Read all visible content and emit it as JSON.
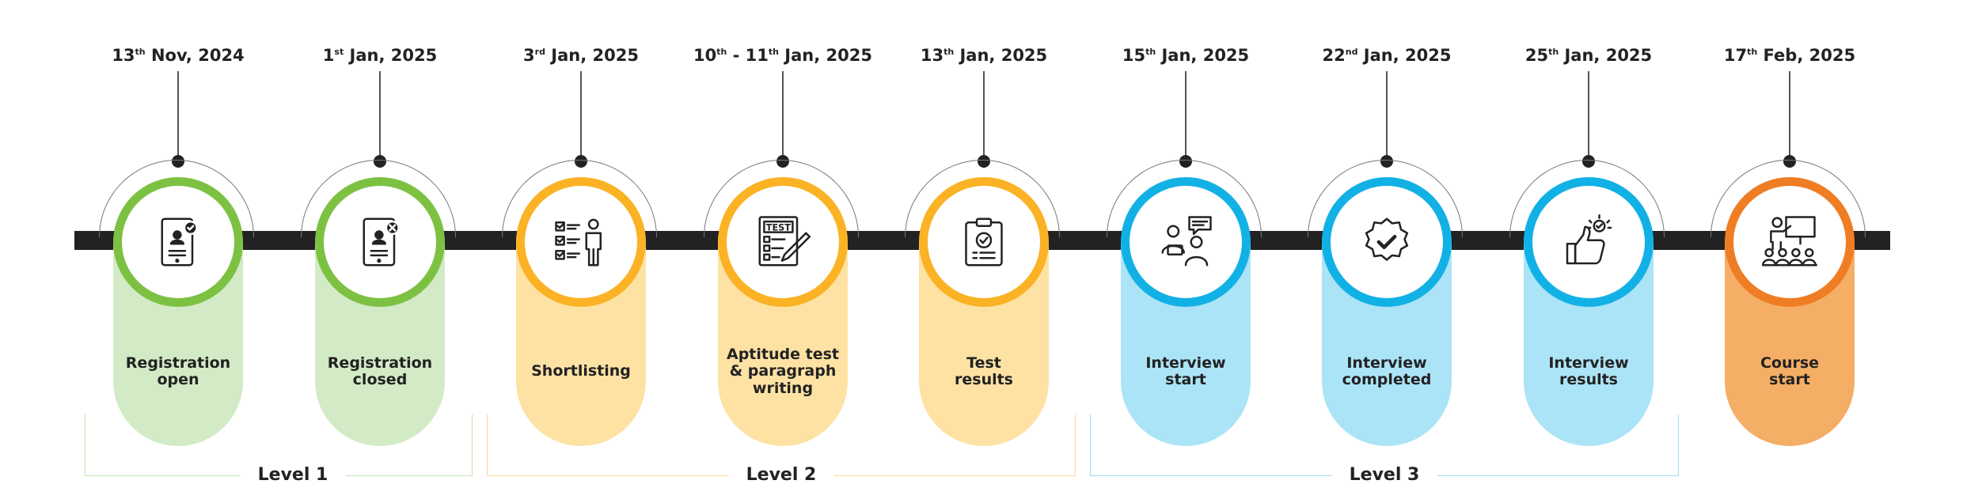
{
  "colors": {
    "green": {
      "ring": "#7dc142",
      "fill": "#d2ebc6"
    },
    "yellow": {
      "ring": "#fbb224",
      "fill": "#fde2a4"
    },
    "blue": {
      "ring": "#12b1e5",
      "fill": "#abe4f7"
    },
    "orange": {
      "ring": "#ef7d24",
      "fill": "#f5ae65"
    },
    "track": "#222222"
  },
  "steps": [
    {
      "day": "13",
      "suffix": "th",
      "rest": " Nov, 2024",
      "label": "Registration\nopen",
      "color": "green",
      "icon": "tablet-user-check-icon"
    },
    {
      "day": "1",
      "suffix": "st",
      "rest": " Jan, 2025",
      "label": "Registration\nclosed",
      "color": "green",
      "icon": "tablet-user-x-icon"
    },
    {
      "day": "3",
      "suffix": "rd",
      "rest": " Jan, 2025",
      "label": "Shortlisting",
      "color": "yellow",
      "icon": "checklist-person-icon"
    },
    {
      "day": "10",
      "suffix": "th",
      "rest": " - 11",
      "suffix2": "th",
      "rest2": " Jan, 2025",
      "label": "Aptitude test\n& paragraph\nwriting",
      "color": "yellow",
      "icon": "test-paper-pencil-icon"
    },
    {
      "day": "13",
      "suffix": "th",
      "rest": " Jan, 2025",
      "label": "Test\nresults",
      "color": "yellow",
      "icon": "clipboard-check-icon"
    },
    {
      "day": "15",
      "suffix": "th",
      "rest": " Jan, 2025",
      "label": "Interview\nstart",
      "color": "blue",
      "icon": "interview-people-icon"
    },
    {
      "day": "22",
      "suffix": "nd",
      "rest": " Jan, 2025",
      "label": "Interview\ncompleted",
      "color": "blue",
      "icon": "badge-check-icon"
    },
    {
      "day": "25",
      "suffix": "th",
      "rest": " Jan, 2025",
      "label": "Interview\nresults",
      "color": "blue",
      "icon": "thumbs-up-icon"
    },
    {
      "day": "17",
      "suffix": "th",
      "rest": " Feb, 2025",
      "label": "Course\nstart",
      "color": "orange",
      "icon": "classroom-teacher-icon"
    }
  ],
  "levels": [
    {
      "label": "Level 1",
      "color": "#c5e3b0"
    },
    {
      "label": "Level 2",
      "color": "#fbd798"
    },
    {
      "label": "Level 3",
      "color": "#9fdcf2"
    }
  ]
}
